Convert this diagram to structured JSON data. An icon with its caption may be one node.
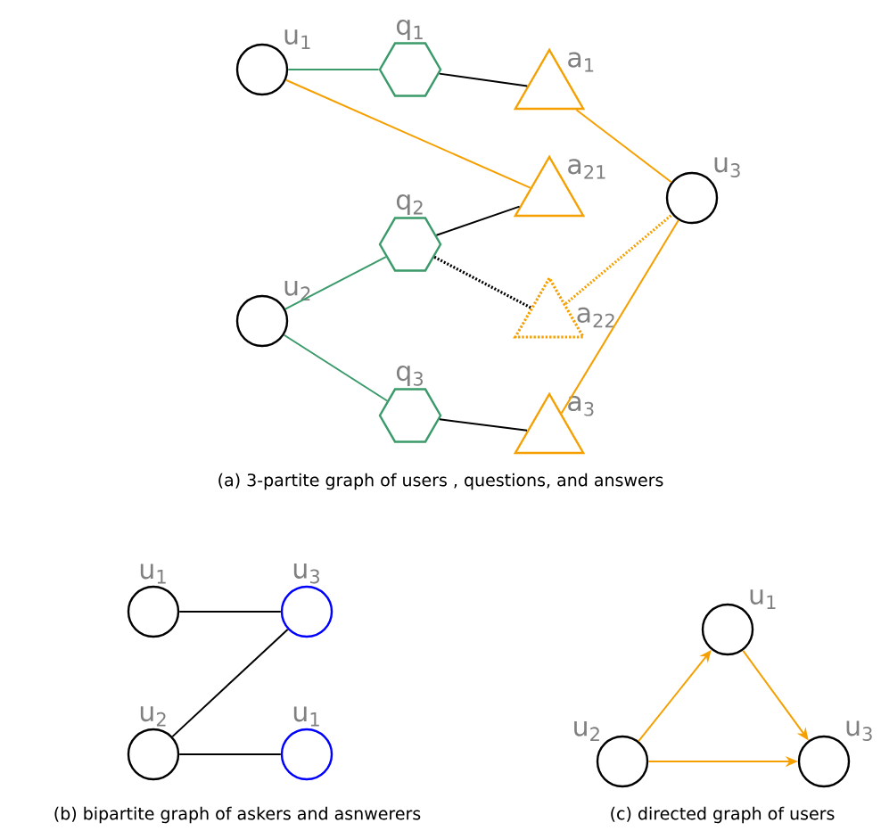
{
  "diagram": {
    "nodes": [
      {
        "text": [
          "u$_{1}$"
        ]
      },
      {
        "text": [
          "q$_{1}$"
        ]
      },
      {
        "text": [
          "a$_{1}$"
        ]
      },
      {
        "text": [
          "a$_{21}$"
        ]
      },
      {
        "text": [
          "u$_{3}$"
        ]
      },
      {
        "text": [
          "q$_{2}$"
        ]
      },
      {
        "text": [
          "u$_{2}$"
        ]
      },
      {
        "text": [
          "a$_{22}$"
        ]
      },
      {
        "text": [
          "q$_{3}$"
        ]
      },
      {
        "text": [
          "a$_{3}$"
        ]
      },
      {
        "text": [
          "u$_{1}$"
        ]
      },
      {
        "text": [
          "u$_{3}$"
        ]
      },
      {
        "text": [
          "u$_{2}$"
        ]
      },
      {
        "text": [
          "u$_{1}$"
        ]
      },
      {
        "text": [
          "u$_{1}$"
        ]
      },
      {
        "text": [
          "u$_{2}$"
        ]
      },
      {
        "text": [
          "u$_{3}$"
        ]
      }
    ],
    "edges": [
      {
        "from": 0,
        "to": 1,
        "arrow": "none",
        "color": "#3a9a6a"
      },
      {
        "from": 1,
        "to": 2,
        "arrow": "none"
      },
      {
        "from": 0,
        "to": 3,
        "arrow": "none",
        "color": "#f5a000"
      },
      {
        "from": 2,
        "to": 4,
        "arrow": "none",
        "color": "#f5a000"
      },
      {
        "from": 6,
        "to": 5,
        "arrow": "none",
        "color": "#3a9a6a"
      },
      {
        "from": 5,
        "to": 3,
        "arrow": "none"
      },
      {
        "from": 5,
        "to": 7,
        "arrow": "none",
        "style": "dashed"
      },
      {
        "from": 7,
        "to": 4,
        "arrow": "none",
        "style": "dashed",
        "color": "#f5a000"
      },
      {
        "from": 6,
        "to": 8,
        "arrow": "none",
        "color": "#3a9a6a"
      },
      {
        "from": 8,
        "to": 9,
        "arrow": "none"
      },
      {
        "from": 9,
        "to": 4,
        "arrow": "none",
        "color": "#f5a000"
      },
      {
        "from": 10,
        "to": 11,
        "arrow": "none"
      },
      {
        "from": 12,
        "to": 11,
        "arrow": "none"
      },
      {
        "from": 12,
        "to": 13,
        "arrow": "none"
      },
      {
        "from": 15,
        "to": 14,
        "arrow": "to",
        "color": "#f5a000"
      },
      {
        "from": 14,
        "to": 16,
        "arrow": "to",
        "color": "#f5a000"
      },
      {
        "from": 15,
        "to": 16,
        "arrow": "to",
        "color": "#f5a000"
      }
    ],
    "labels": [
      "(a) 3-partite graph of users , questions, and answers",
      "(b) bipartite graph of askers and asnwerers",
      "(c) directed graph of users"
    ]
  }
}
